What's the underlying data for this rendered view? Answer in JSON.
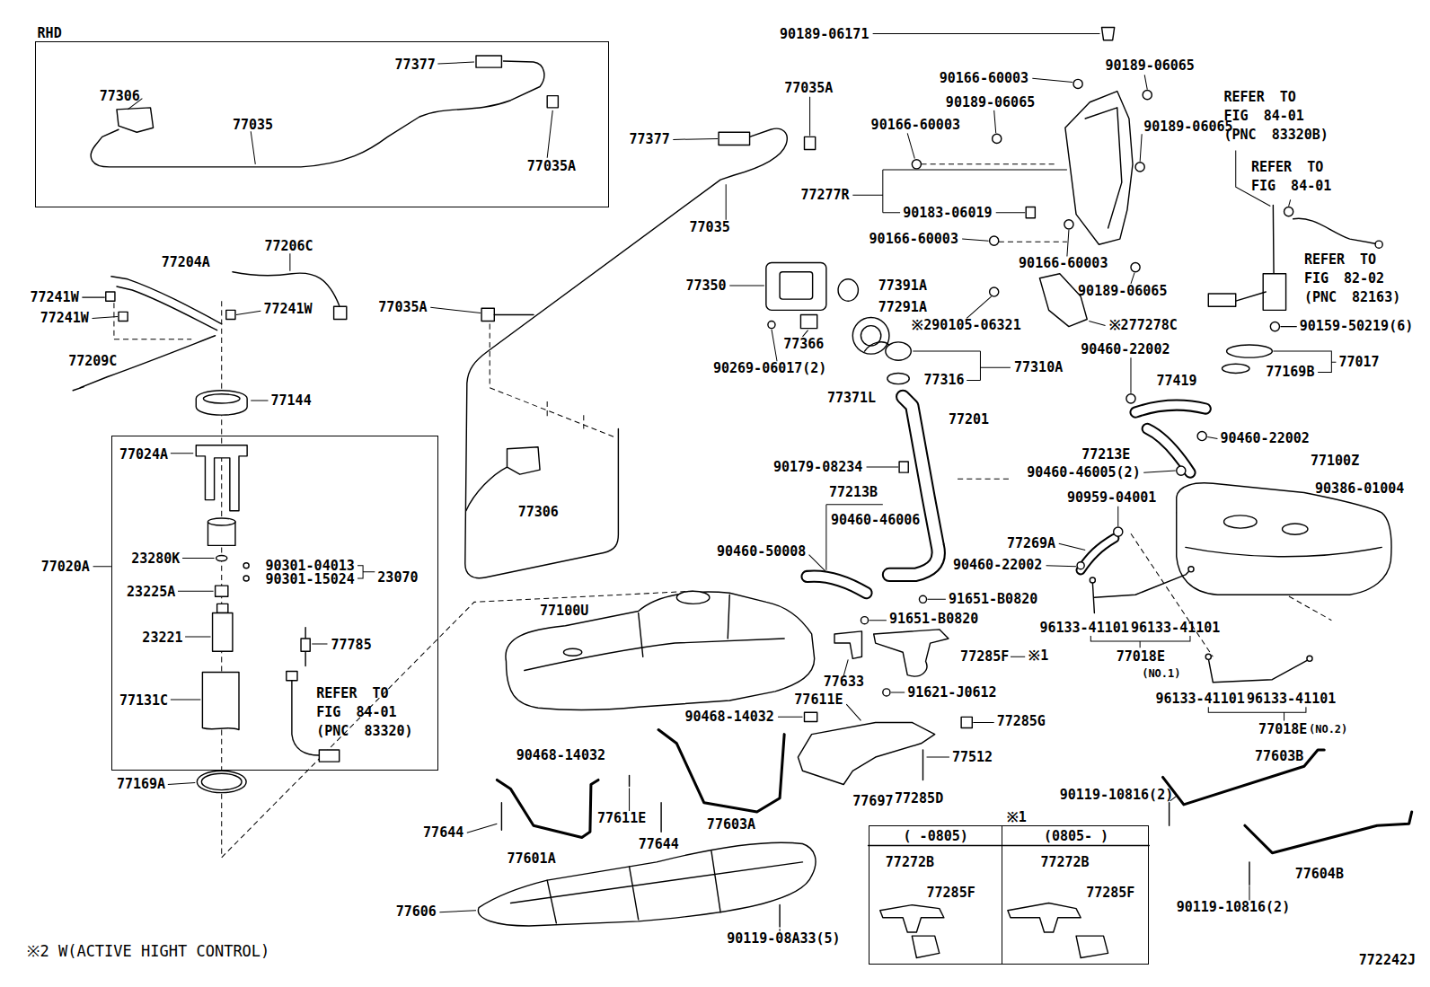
{
  "diagram": {
    "nodes": [
      {
        "text": [
          "RHD",
          "77377",
          "77306",
          "77035",
          "77035A"
        ]
      },
      {
        "text": [
          "77024A",
          "23280K",
          "90301-04013",
          "90301-15024",
          "23225A",
          "23221",
          "77785",
          "77131C",
          "REFER TO FIG 84-01 (PNC 83320)"
        ]
      },
      {
        "text": [
          "※1"
        ]
      },
      {
        "text": [
          "( -0805)",
          "77272B",
          "77285F"
        ],
        "in": 2
      },
      {
        "text": [
          "(0805- )",
          "77272B",
          "77285F"
        ],
        "in": 2
      }
    ],
    "labels": [
      "90189-06171",
      "90166-60003",
      "90189-06065",
      "90189-06065",
      "90166-60003",
      "90189-06065",
      "77035A",
      "77377",
      "77035",
      "77277R",
      "90183-06019",
      "90166-60003",
      "90166-60003",
      "90189-06065",
      "REFER TO FIG 84-01 (PNC 83320B)",
      "REFER TO FIG 84-01",
      "REFER TO FIG 82-02 (PNC 82163)",
      "90159-50219(6)",
      "77017",
      "77169B",
      "77350",
      "77391A",
      "77291A",
      "※290105-06321",
      "※277278C",
      "77366",
      "90269-06017(2)",
      "77310A",
      "77316",
      "77371L",
      "77201",
      "90460-22002",
      "77419",
      "90460-22002",
      "77213E",
      "90460-46005(2)",
      "77100Z",
      "90386-01004",
      "90959-04001",
      "90179-08234",
      "77213B",
      "90460-46006",
      "77269A",
      "90460-50008",
      "90460-22002",
      "91651-B0820",
      "91651-B0820",
      "96133-41101",
      "96133-41101",
      "77100U",
      "77285F",
      "※1",
      "77018E",
      "(NO.1)",
      "77633",
      "91621-J0612",
      "96133-41101",
      "96133-41101",
      "77611E",
      "90468-14032",
      "77285G",
      "77018E",
      "(NO.2)",
      "77512",
      "77603B",
      "90468-14032",
      "90119-10816(2)",
      "77285D",
      "77697",
      "77611E",
      "77603A",
      "77644",
      "77644",
      "77601A",
      "77604B",
      "90119-10816(2)",
      "77606",
      "90119-08A33(5)",
      "※2 W(ACTIVE HIGHT CONTROL)",
      "772242J",
      "77204A",
      "77206C",
      "77241W",
      "77241W",
      "77241W",
      "77209C",
      "77144",
      "77035A",
      "77306",
      "77020A",
      "23070",
      "77169A"
    ]
  }
}
